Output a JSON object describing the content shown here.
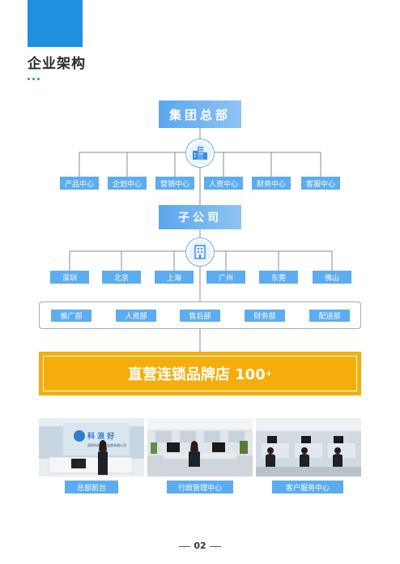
{
  "section": {
    "title": "企业架构"
  },
  "org": {
    "headquarters": "集团总部",
    "hq_departments": [
      "产品中心",
      "企划中心",
      "营销中心",
      "人资中心",
      "财务中心",
      "客服中心"
    ],
    "subsidiary": "子公司",
    "cities": [
      "深圳",
      "北京",
      "上海",
      "广州",
      "东莞",
      "佛山"
    ],
    "store_departments": [
      "推广部",
      "人资部",
      "售后部",
      "财务部",
      "配送部"
    ],
    "banner_text": "直营连锁品牌店 100",
    "banner_sup": "+"
  },
  "photos": {
    "captions": [
      "总部前台",
      "行政管理中心",
      "客户服务中心"
    ],
    "reception_logo_text": "科 浪 好",
    "reception_sign_text": "深圳市科浪好连锁有限公司"
  },
  "page": {
    "number": "02"
  },
  "colors": {
    "accent": "#1f8fe0",
    "box": "#5cacf0",
    "banner": "#f5ad0c"
  },
  "icons": {
    "hq_hub": "buildings-icon",
    "sub_hub": "building-icon"
  }
}
